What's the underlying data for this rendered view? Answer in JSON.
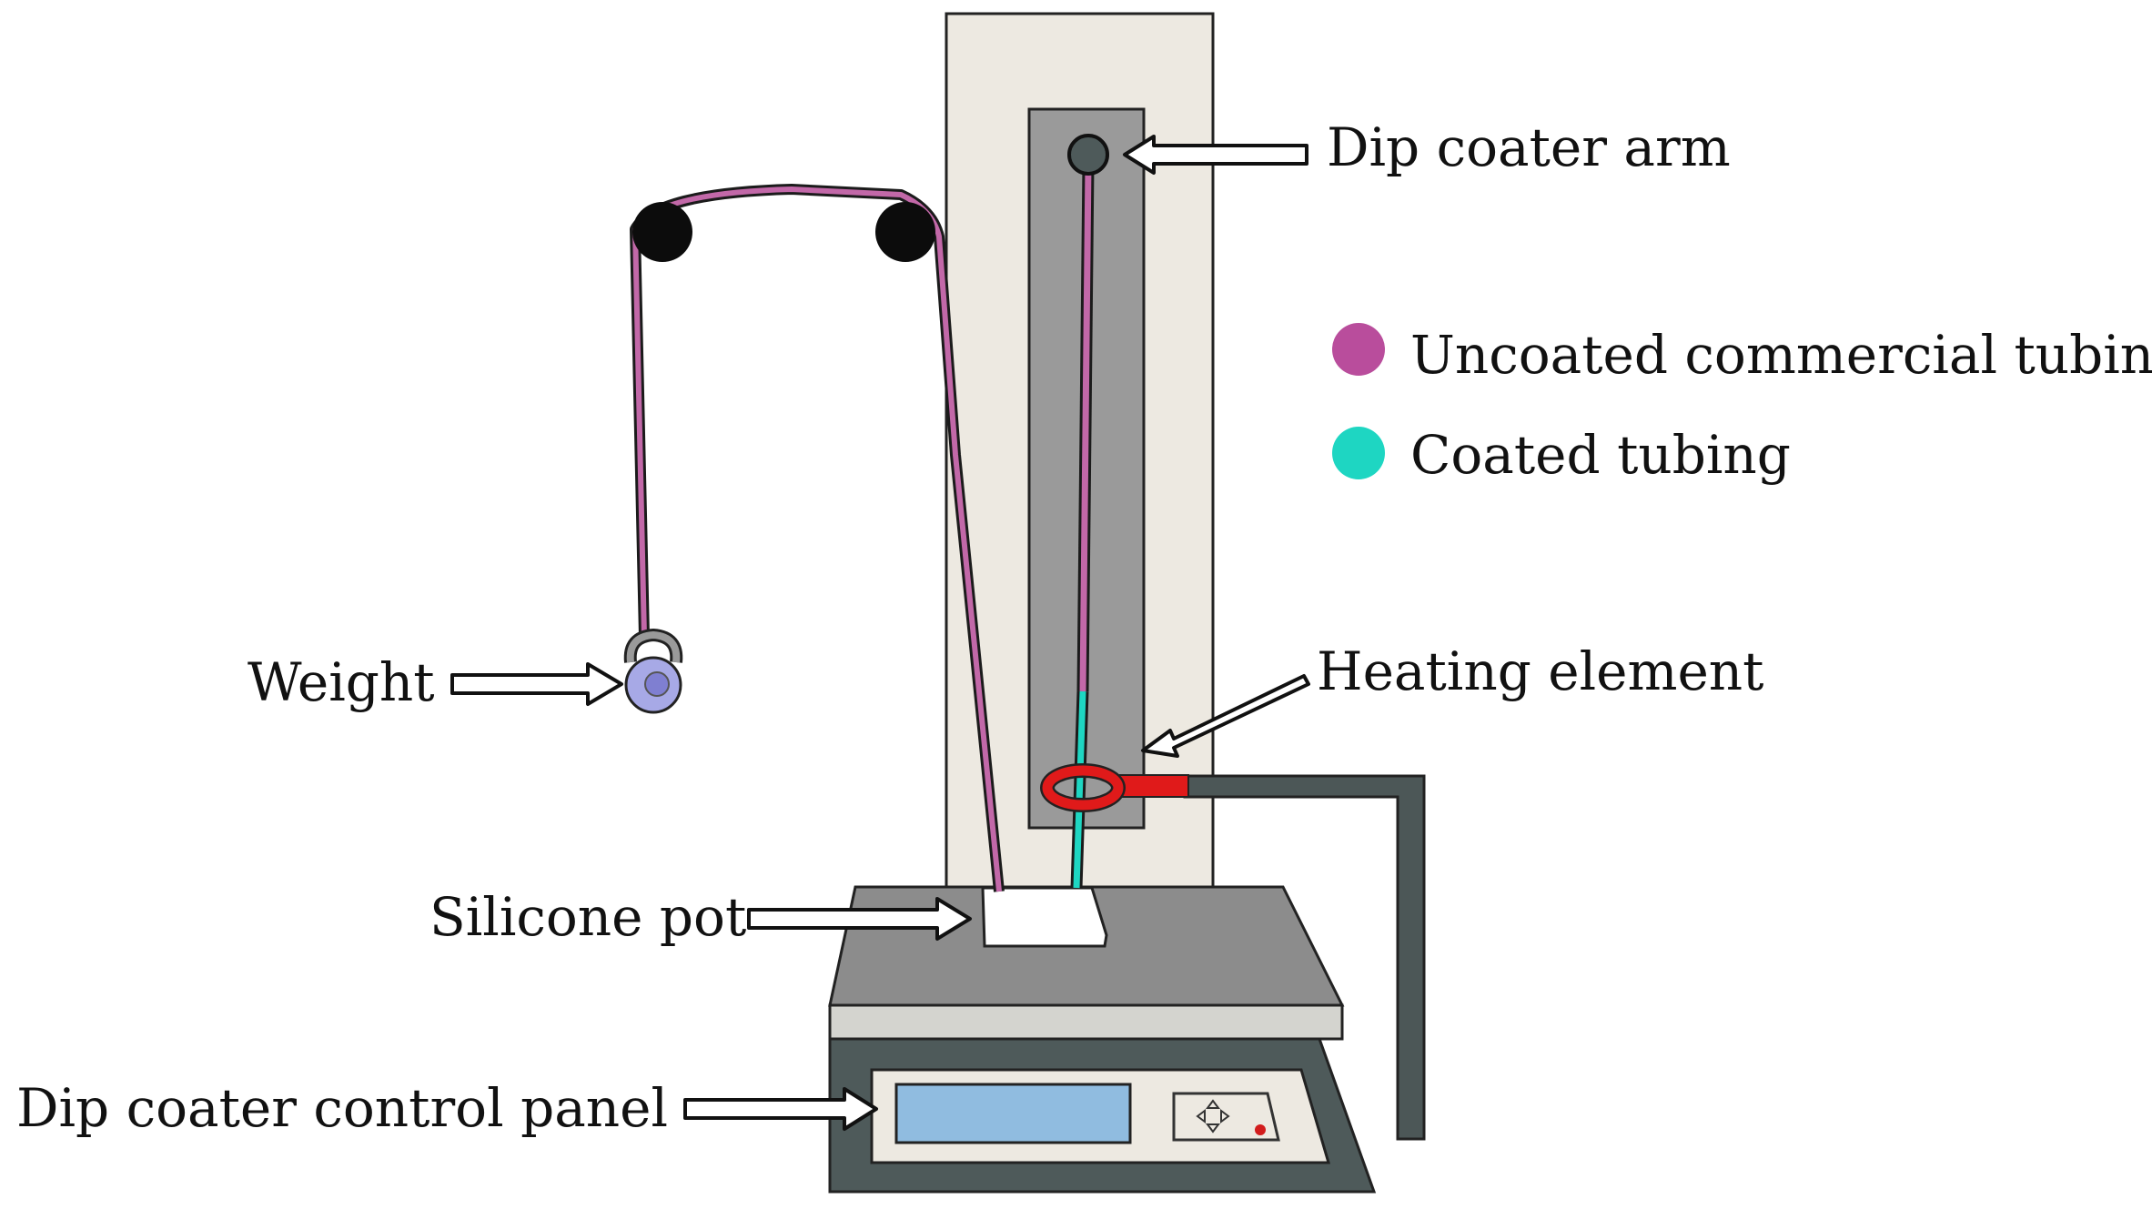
{
  "labels": {
    "dip_coater_arm": "Dip coater arm",
    "heating_element": "Heating element",
    "weight": "Weight",
    "silicone_pot": "Silicone pot",
    "control_panel": "Dip coater control panel"
  },
  "legend": [
    {
      "label": "Uncoated commercial tubing",
      "color": "#b94d9c"
    },
    {
      "label": "Coated tubing",
      "color": "#1ed6c2"
    }
  ],
  "colors": {
    "column": "#ede9e1",
    "track": "#9a9a9a",
    "base_top": "#8c8c8c",
    "base_front": "#4e5a5a",
    "screen": "#90bce0",
    "heater": "#e01a1a",
    "heater_stand": "#4c5757",
    "weight": "#a7a9e6",
    "pulley": "#0c0c0c",
    "arm": "#4e5a5a"
  }
}
